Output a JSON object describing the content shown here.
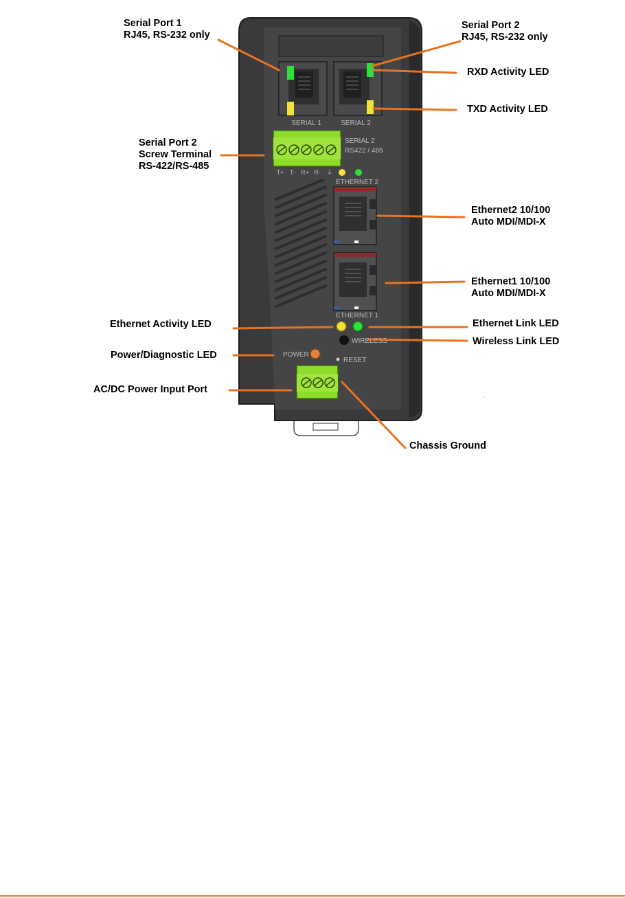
{
  "colors": {
    "leader": "#e8731f",
    "housing": "#3a3a3c",
    "housing_edge": "#1e1e1f",
    "panel": "#48484a",
    "led_green": "#2fe03a",
    "led_yellow": "#f2e23a",
    "terminal_green": "#8edc2a",
    "power_led": "#e5833a",
    "footer_rule": "#e07a2a"
  },
  "callouts": {
    "serial1": [
      "Serial Port 1",
      "RJ45, RS-232 only"
    ],
    "serial2": [
      "Serial Port 2",
      "RJ45, RS-232 only"
    ],
    "rxd": [
      "RXD Activity LED"
    ],
    "txd": [
      "TXD Activity LED"
    ],
    "screw": [
      "Serial Port 2",
      "Screw Terminal",
      "RS-422/RS-485"
    ],
    "eth2": [
      "Ethernet2 10/100",
      "Auto MDI/MDI-X"
    ],
    "eth1": [
      "Ethernet1 10/100",
      "Auto MDI/MDI-X"
    ],
    "eth_activity": [
      "Ethernet Activity LED"
    ],
    "eth_link": [
      "Ethernet Link LED"
    ],
    "wireless": [
      "Wireless  Link LED"
    ],
    "power_diag": [
      "Power/Diagnostic LED"
    ],
    "power_input": [
      "AC/DC Power Input Port"
    ],
    "chassis": [
      "Chassis Ground"
    ]
  },
  "silkscreen": {
    "serial1": "SERIAL 1",
    "serial2": "SERIAL 2",
    "terminal_title": "SERIAL 2",
    "terminal_sub": "RS422 / 485",
    "terminal_pins": [
      "T+",
      "T-",
      "R+",
      "R-",
      "⏚"
    ],
    "ethernet2": "ETHERNET 2",
    "ethernet1": "ETHERNET 1",
    "wireless": "WIRELESS",
    "power": "POWER",
    "reset": "RESET"
  }
}
